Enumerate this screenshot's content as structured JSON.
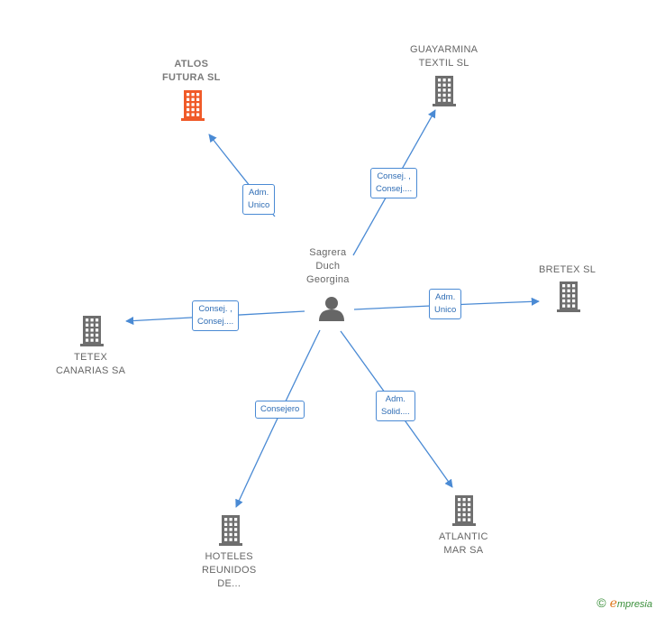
{
  "center": {
    "name_lines": [
      "Sagrera",
      "Duch",
      "Georgina"
    ],
    "icon": "person-icon"
  },
  "companies": [
    {
      "id": "atlos",
      "lines": [
        "ATLOS",
        "FUTURA  SL"
      ],
      "highlight": true,
      "color": "#f05a28"
    },
    {
      "id": "guayarmina",
      "lines": [
        "GUAYARMINA",
        "TEXTIL SL"
      ],
      "highlight": false,
      "color": "#6e6e6e"
    },
    {
      "id": "bretex",
      "lines": [
        "BRETEX SL"
      ],
      "highlight": false,
      "color": "#6e6e6e"
    },
    {
      "id": "tetex",
      "lines": [
        "TETEX",
        "CANARIAS SA"
      ],
      "highlight": false,
      "color": "#6e6e6e"
    },
    {
      "id": "hoteles",
      "lines": [
        "HOTELES",
        "REUNIDOS",
        "DE..."
      ],
      "highlight": false,
      "color": "#6e6e6e"
    },
    {
      "id": "atlantic",
      "lines": [
        "ATLANTIC",
        "MAR SA"
      ],
      "highlight": false,
      "color": "#6e6e6e"
    }
  ],
  "relations": [
    {
      "to": "atlos",
      "lines": [
        "Adm.",
        "Unico"
      ]
    },
    {
      "to": "guayarmina",
      "lines": [
        "Consej. ,",
        "Consej...."
      ]
    },
    {
      "to": "bretex",
      "lines": [
        "Adm.",
        "Unico"
      ]
    },
    {
      "to": "tetex",
      "lines": [
        "Consej. ,",
        "Consej...."
      ]
    },
    {
      "to": "hoteles",
      "lines": [
        "Consejero"
      ]
    },
    {
      "to": "atlantic",
      "lines": [
        "Adm.",
        "Solid...."
      ]
    }
  ],
  "colors": {
    "edge": "#4a8ad4",
    "building": "#6e6e6e",
    "highlight": "#f05a28",
    "person": "#666666"
  },
  "brand": {
    "copyright": "©",
    "e": "e",
    "rest": "mpresia"
  }
}
